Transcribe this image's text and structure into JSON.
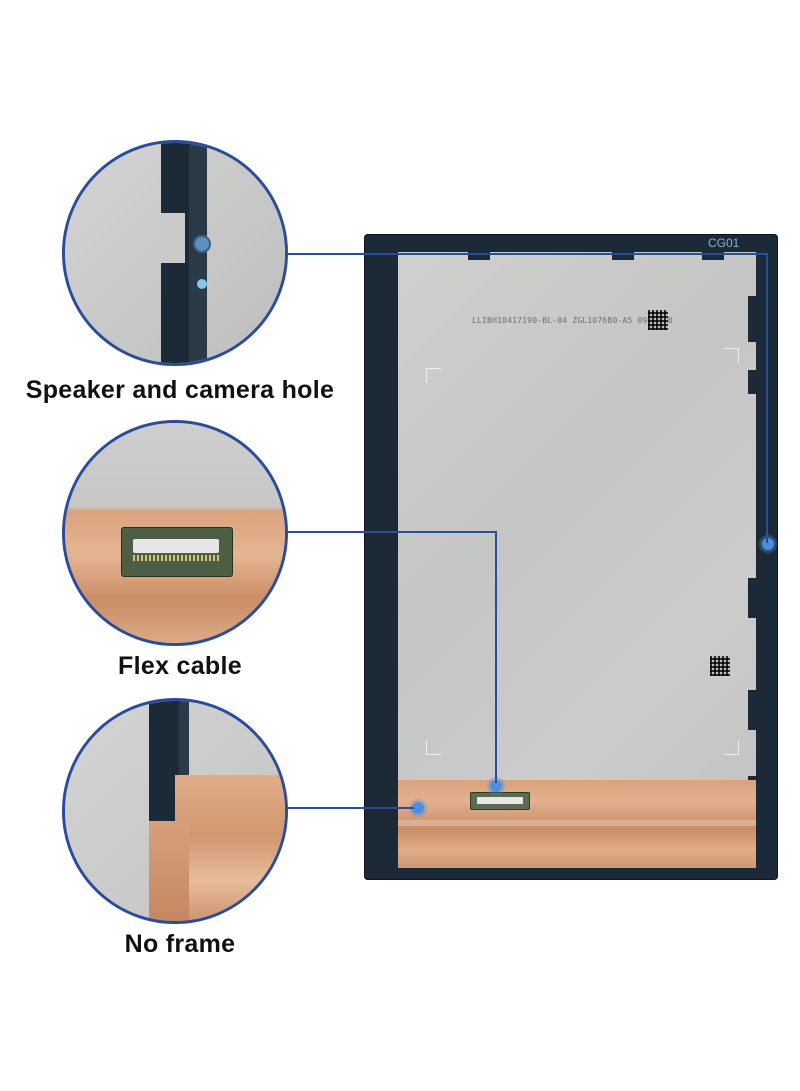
{
  "callouts": [
    {
      "caption": "Speaker and camera hole"
    },
    {
      "caption": "Flex cable"
    },
    {
      "caption": "No frame"
    }
  ],
  "panel": {
    "model_label": "CG01",
    "serial_text": "LLIBH10417190-BL-04 ZGL1076B0-A5 0919 FB"
  },
  "colors": {
    "callout_ring": "#2b4c9a",
    "marker": "#4d8fe0",
    "bezel": "#1b2a36",
    "copper_tape": "#d9a37e"
  }
}
